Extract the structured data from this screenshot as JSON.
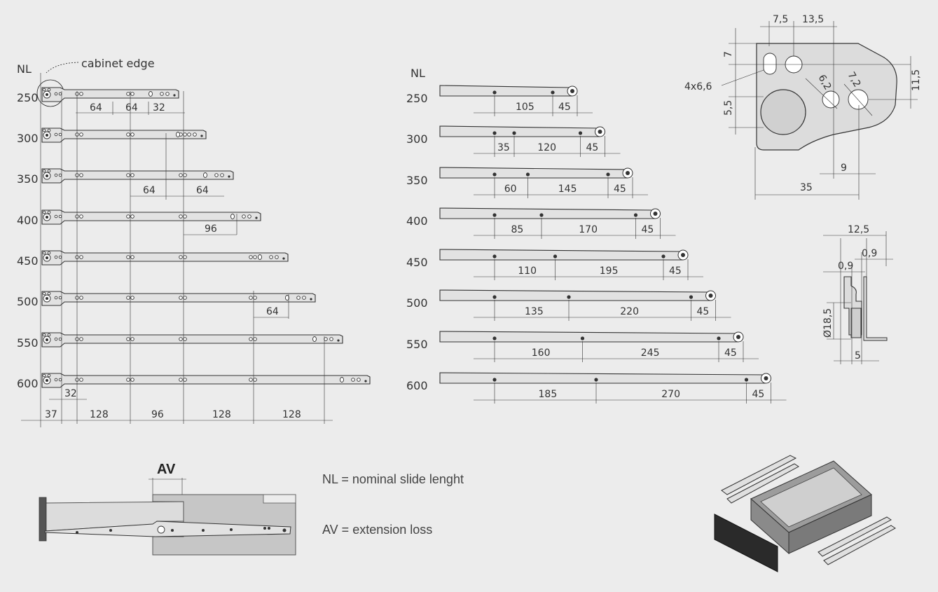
{
  "nl_header": "NL",
  "cabinet_edge_label": "cabinet edge",
  "nominal_lengths": [
    "250",
    "300",
    "350",
    "400",
    "450",
    "500",
    "550",
    "600"
  ],
  "left_panel_dims": {
    "row250": [
      "64",
      "64",
      "32"
    ],
    "row350": [
      "64",
      "64"
    ],
    "row400": [
      "96"
    ],
    "row500": [
      "64"
    ],
    "row600": [
      "32"
    ],
    "bottom": [
      "37",
      "128",
      "96",
      "128",
      "128"
    ]
  },
  "right_panel_dims": [
    {
      "nl": "250",
      "labels": [
        "105",
        "45"
      ]
    },
    {
      "nl": "300",
      "labels": [
        "35",
        "120",
        "45"
      ]
    },
    {
      "nl": "350",
      "labels": [
        "60",
        "145",
        "45"
      ]
    },
    {
      "nl": "400",
      "labels": [
        "85",
        "170",
        "45"
      ]
    },
    {
      "nl": "450",
      "labels": [
        "110",
        "195",
        "45"
      ]
    },
    {
      "nl": "500",
      "labels": [
        "135",
        "220",
        "45"
      ]
    },
    {
      "nl": "550",
      "labels": [
        "160",
        "245",
        "45"
      ]
    },
    {
      "nl": "600",
      "labels": [
        "185",
        "270",
        "45"
      ]
    }
  ],
  "bracket_dims": {
    "top": [
      "7,5",
      "13,5"
    ],
    "left": [
      "7",
      "5,5"
    ],
    "hole_label": "4x6,6",
    "right": "11,5",
    "diag": [
      "6,2",
      "7,2"
    ],
    "bottom": [
      "9",
      "35"
    ]
  },
  "profile_dims": {
    "top": "12,5",
    "a": "0,9",
    "b": "0,9",
    "dia": "Ø18,5",
    "bottom": "5"
  },
  "av_label": "AV",
  "legend": {
    "nl": "NL = nominal slide lenght",
    "av": "AV = extension loss"
  },
  "colors": {
    "background": "#ececec",
    "rail_fill": "#e2e2e2",
    "line": "#333333",
    "front_panel": "#2a2a2a"
  }
}
